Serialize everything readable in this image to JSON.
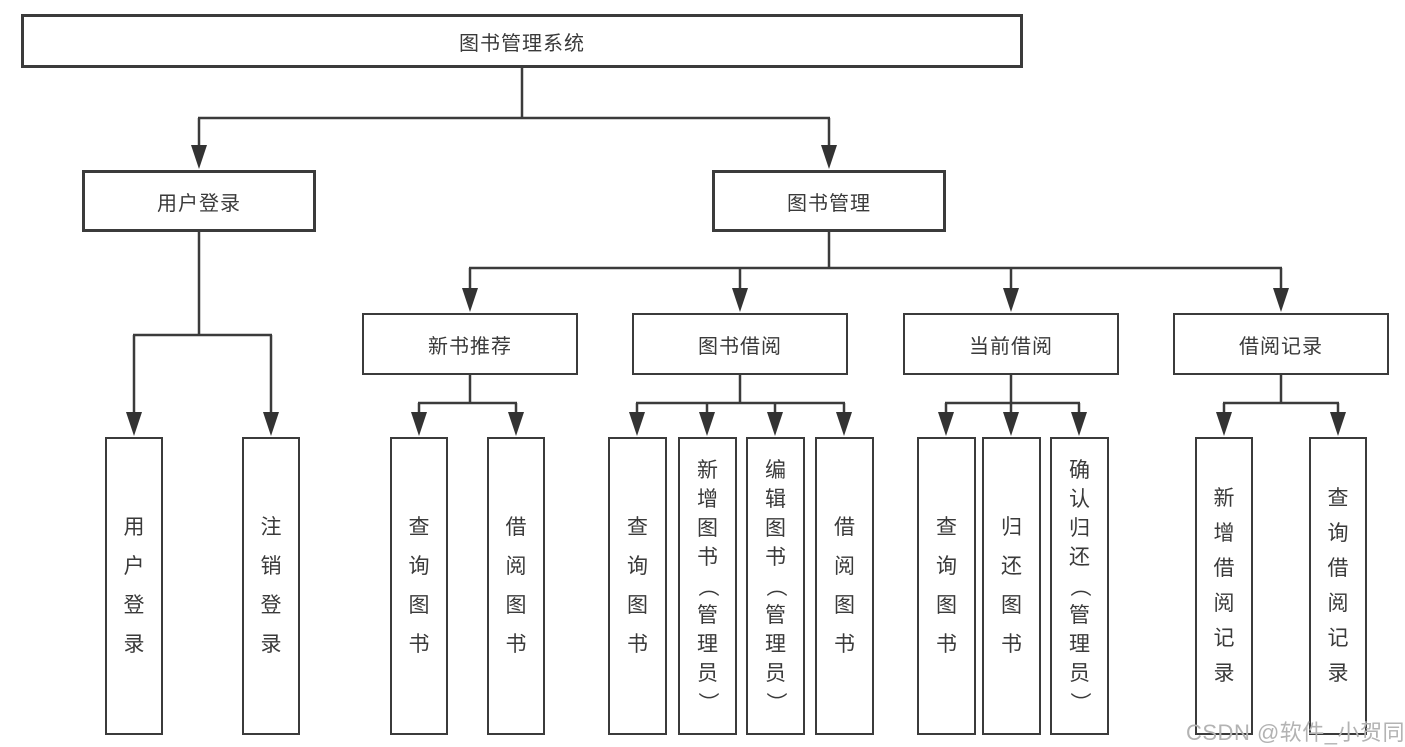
{
  "diagram": {
    "type": "hierarchy-tree",
    "line_color": "#3b3b3b",
    "text_color": "#3a3a3a",
    "background_color": "#ffffff"
  },
  "tree": {
    "root": {
      "label": "图书管理系统"
    },
    "children": [
      {
        "label": "用户登录",
        "children": [
          {
            "label": "用户登录"
          },
          {
            "label": "注销登录"
          }
        ]
      },
      {
        "label": "图书管理",
        "children": [
          {
            "label": "新书推荐",
            "children": [
              {
                "label": "查询图书"
              },
              {
                "label": "借阅图书"
              }
            ]
          },
          {
            "label": "图书借阅",
            "children": [
              {
                "label": "查询图书"
              },
              {
                "label": "新增图书（管理员）"
              },
              {
                "label": "编辑图书（管理员）"
              },
              {
                "label": "借阅图书"
              }
            ]
          },
          {
            "label": "当前借阅",
            "children": [
              {
                "label": "查询图书"
              },
              {
                "label": "归还图书"
              },
              {
                "label": "确认归还（管理员）"
              }
            ]
          },
          {
            "label": "借阅记录",
            "children": [
              {
                "label": "新增借阅记录"
              },
              {
                "label": "查询借阅记录"
              }
            ]
          }
        ]
      }
    ]
  },
  "watermark": "CSDN @软件_小贺同学"
}
